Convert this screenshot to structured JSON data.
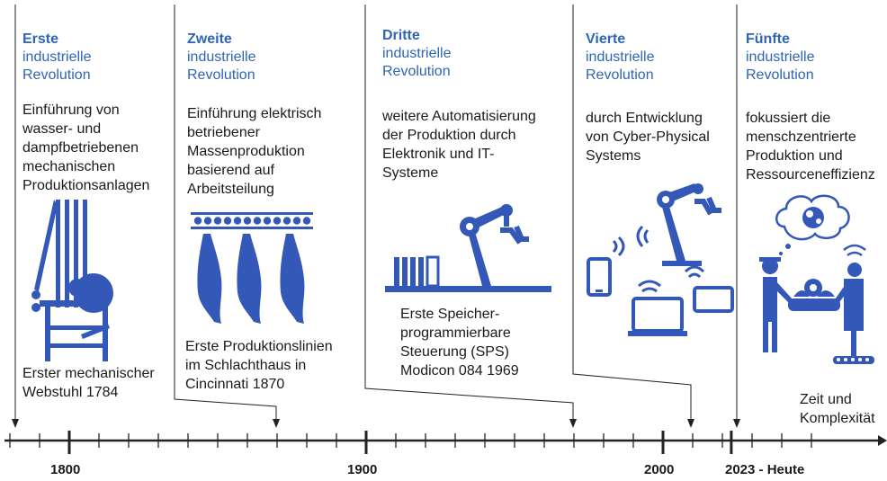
{
  "eras": [
    {
      "title": "Erste",
      "sub1": "industrielle",
      "sub2": "Revolution",
      "description": [
        "Einführung von",
        "wasser- und",
        "dampfbetriebenen",
        "mechanischen",
        "Produktionsanlagen"
      ],
      "example": [
        "Erster mechanischer",
        "Webstuhl 1784"
      ],
      "icon": "mechanical-loom-icon"
    },
    {
      "title": "Zweite",
      "sub1": "industrielle",
      "sub2": "Revolution",
      "description": [
        "Einführung elektrisch",
        "betriebener",
        "Massenproduktion",
        "basierend auf",
        "Arbeitsteilung"
      ],
      "example": [
        "Erste Produktionslinien",
        "im Schlachthaus in",
        "Cincinnati 1870"
      ],
      "icon": "conveyor-carcass-icon"
    },
    {
      "title": "Dritte",
      "sub1": "industrielle",
      "sub2": "Revolution",
      "description": [
        "weitere Automatisierung",
        "der Produktion durch",
        "Elektronik und IT-",
        "Systeme"
      ],
      "example": [
        "Erste Speicher-",
        "programmierbare",
        "Steuerung (SPS)",
        "Modicon 084 1969"
      ],
      "icon": "robot-arm-plc-icon"
    },
    {
      "title": "Vierte",
      "sub1": "industrielle",
      "sub2": "Revolution",
      "description": [
        "durch Entwicklung",
        "von Cyber-Physical",
        "Systems"
      ],
      "example": [],
      "icon": "connected-devices-icon"
    },
    {
      "title": "Fünfte",
      "sub1": "industrielle",
      "sub2": "Revolution",
      "description": [
        "fokussiert die",
        "menschzentrierte",
        "Produktion und",
        "Ressourceneffizienz"
      ],
      "example": [
        "Zeit und",
        "Komplexität"
      ],
      "icon": "human-robot-collaboration-icon"
    }
  ],
  "axis": {
    "labels": [
      "1800",
      "1900",
      "2000",
      "2023 - Heute"
    ]
  },
  "colors": {
    "accent": "#2f64b7",
    "icon": "#3358b8",
    "line": "#222222"
  }
}
